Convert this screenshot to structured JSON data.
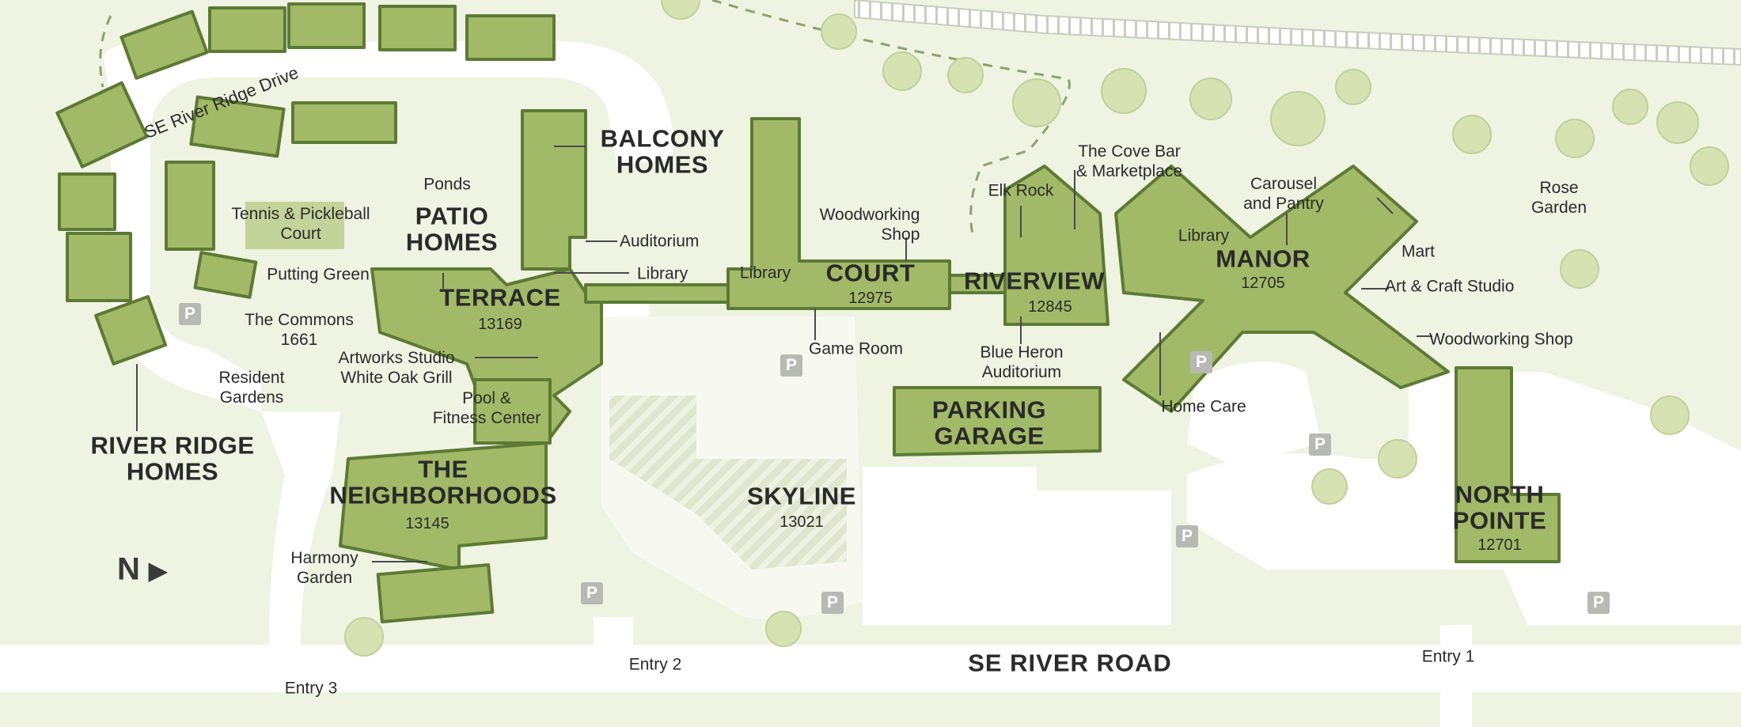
{
  "colors": {
    "ground": "#eef3e2",
    "road": "#ffffff",
    "building": "#a2ba67",
    "building_edge": "#5d7a34",
    "tree": "#d6e2b2"
  },
  "roads": {
    "river_road": "SE RIVER ROAD",
    "ridge_drive": "SE River Ridge Drive",
    "entry1": "Entry 1",
    "entry2": "Entry 2",
    "entry3": "Entry 3"
  },
  "buildings": {
    "balcony": "BALCONY\nHOMES",
    "patio": "PATIO\nHOMES",
    "terrace": {
      "name": "TERRACE",
      "num": "13169"
    },
    "court": {
      "name": "COURT",
      "num": "12975"
    },
    "riverview": {
      "name": "RIVERVIEW",
      "num": "12845"
    },
    "manor": {
      "name": "MANOR",
      "num": "12705"
    },
    "parking_garage": "PARKING\nGARAGE",
    "skyline": {
      "name": "SKYLINE",
      "num": "13021"
    },
    "neighborhoods": {
      "name": "THE\nNEIGHBORHOODS",
      "num": "13145"
    },
    "north_pointe": {
      "name": "NORTH\nPOINTE",
      "num": "12701"
    },
    "river_ridge": "RIVER RIDGE\nHOMES"
  },
  "amenities": {
    "ponds": "Ponds",
    "tennis": "Tennis & Pickleball\nCourt",
    "putting": "Putting Green",
    "commons": "The Commons\n1661",
    "resident_gardens": "Resident\nGardens",
    "auditorium": "Auditorium",
    "library_terrace": "Library",
    "artworks": "Artworks Studio\nWhite Oak Grill",
    "pool": "Pool &\nFitness Center",
    "harmony": "Harmony\nGarden",
    "woodworking_court": "Woodworking\nShop",
    "library_court": "Library",
    "game_room": "Game Room",
    "cove_bar": "The Cove Bar\n& Marketplace",
    "elk_rock": "Elk Rock",
    "blue_heron": "Blue Heron\nAuditorium",
    "library_manor": "Library",
    "carousel": "Carousel\nand Pantry",
    "mart": "Mart",
    "art_craft": "Art & Craft Studio",
    "woodworking_manor": "Woodworking Shop",
    "home_care": "Home Care",
    "rose_garden": "Rose\nGarden"
  },
  "parking_symbol": "P",
  "north_label": "N"
}
